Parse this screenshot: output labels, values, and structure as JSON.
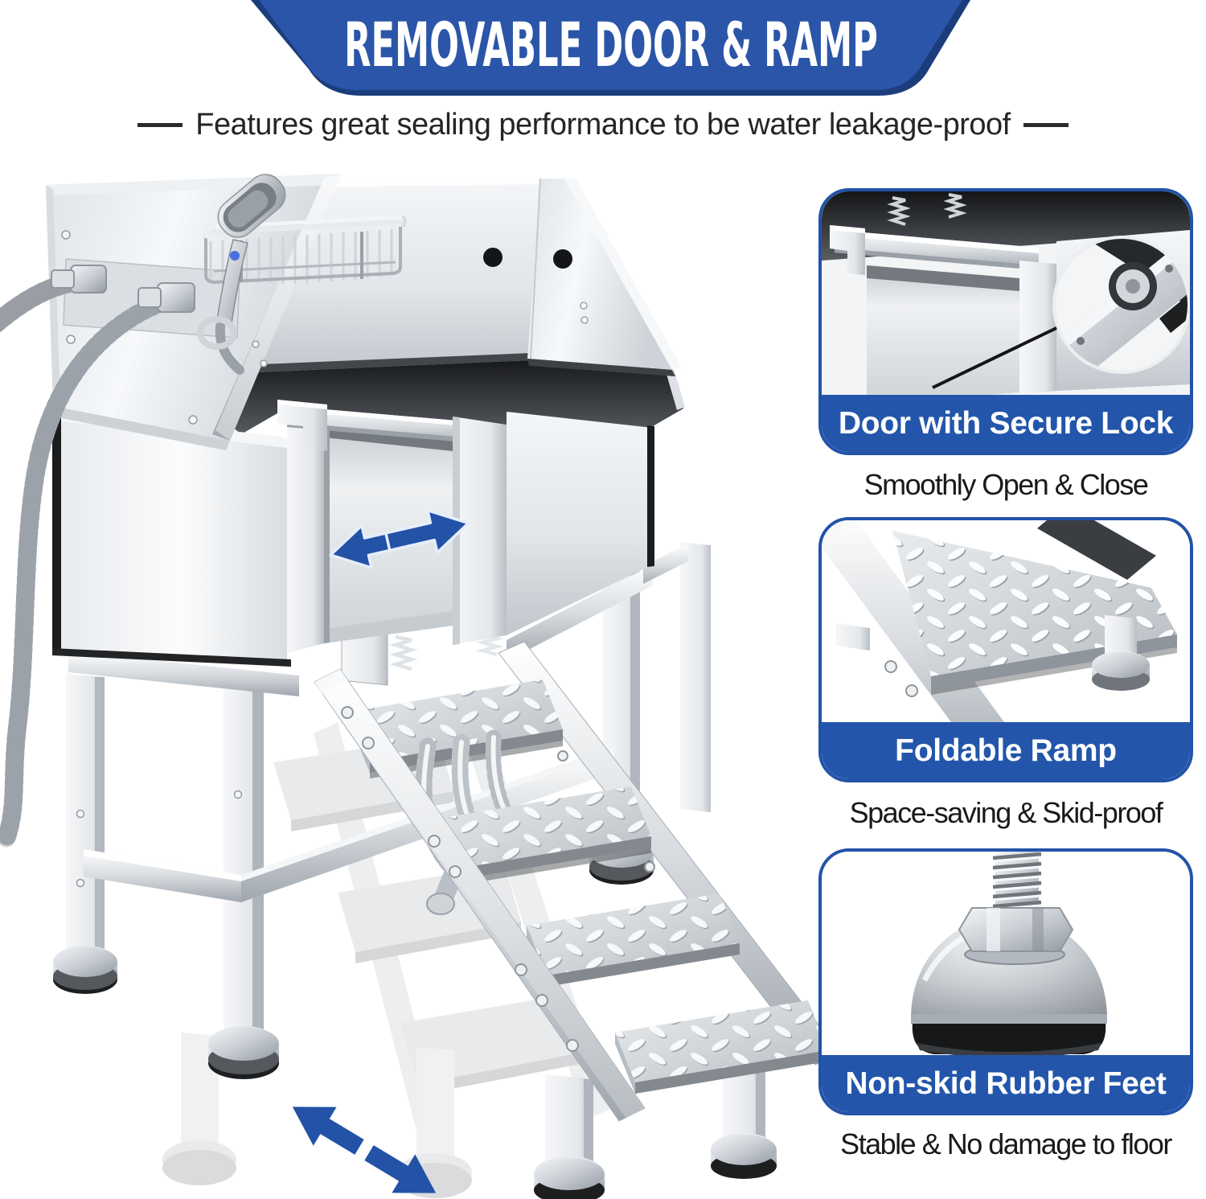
{
  "banner": {
    "title": "REMOVABLE DOOR & RAMP",
    "background_color": "#2b55a8",
    "bevel_color": "#1c3d7c",
    "text_color": "#ffffff"
  },
  "subtitle": {
    "text": "Features great sealing performance to be water leakage-proof",
    "color": "#252527"
  },
  "product": {
    "description": "stainless steel pet grooming tub with removable sliding door and foldable step ramp",
    "door_arrow": "double-headed horizontal arrow on sliding door",
    "ramp_arrow": "double-headed diagonal arrow under folding stairs",
    "arrow_color": "#2352a7"
  },
  "features": [
    {
      "title": "Door with Secure Lock",
      "caption": "Smoothly Open & Close",
      "illustration": "door-lock-closeup"
    },
    {
      "title": "Foldable Ramp",
      "caption": "Space-saving & Skid-proof",
      "illustration": "ramp-tread-closeup"
    },
    {
      "title": "Non-skid Rubber Feet",
      "caption": "Stable & No damage to floor",
      "illustration": "rubber-foot-closeup"
    }
  ],
  "card_style": {
    "border_color": "#2253a8",
    "band_color": "#2356ab",
    "band_text_color": "#ffffff",
    "caption_color": "#19191b"
  }
}
